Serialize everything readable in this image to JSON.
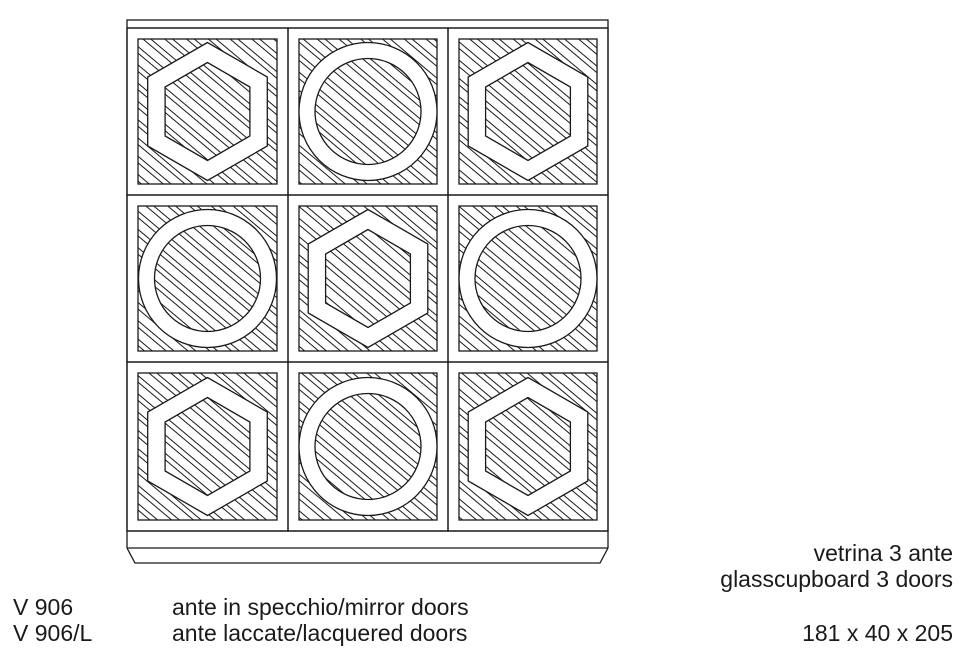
{
  "product": {
    "type_it": "vetrina 3 ante",
    "type_en": "glasscupboard 3 doors",
    "dimensions": "181 x 40 x 205"
  },
  "variants": [
    {
      "code": "V 906",
      "description": "ante in specchio/mirror doors"
    },
    {
      "code": "V 906/L",
      "description": "ante laccate/lacquered doors"
    }
  ],
  "panel_pattern": [
    [
      "hexagon",
      "circle",
      "hexagon"
    ],
    [
      "circle",
      "hexagon",
      "circle"
    ],
    [
      "hexagon",
      "circle",
      "hexagon"
    ]
  ],
  "colors": {
    "line": "#1a1a1a",
    "background": "#ffffff"
  }
}
